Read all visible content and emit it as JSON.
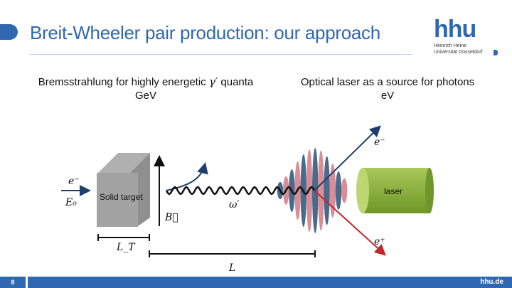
{
  "slide": {
    "title": "Breit-Wheeler pair production: our approach",
    "page_number": "8",
    "footer_url": "hhu.de",
    "logo": {
      "word": "hhu",
      "line1": "Heinrich Heine",
      "line2": "Universität Düsseldorf"
    }
  },
  "captions": {
    "left_line1_pre": "Bremsstrahlung for highly energetic ",
    "left_math": "γ′",
    "left_line1_post": " quanta",
    "left_line2": "GeV",
    "right_line1": "Optical laser as a source for photons",
    "right_line2": "eV"
  },
  "diagram": {
    "electron_in": "e⁻",
    "energy": "E₀",
    "target_label": "Solid target",
    "field": "B⃗",
    "photon": "ω′",
    "target_length": "L_T",
    "distance": "L",
    "electron_out": "e⁻",
    "positron_out": "e⁺",
    "laser_label": "laser"
  },
  "colors": {
    "brand": "#2f67b1",
    "pulse_blue": "#4a6a8c",
    "pulse_pink": "#d98d97",
    "laser": "#8db43a",
    "positron": "#c0282e",
    "electron": "#1e3f6e"
  }
}
